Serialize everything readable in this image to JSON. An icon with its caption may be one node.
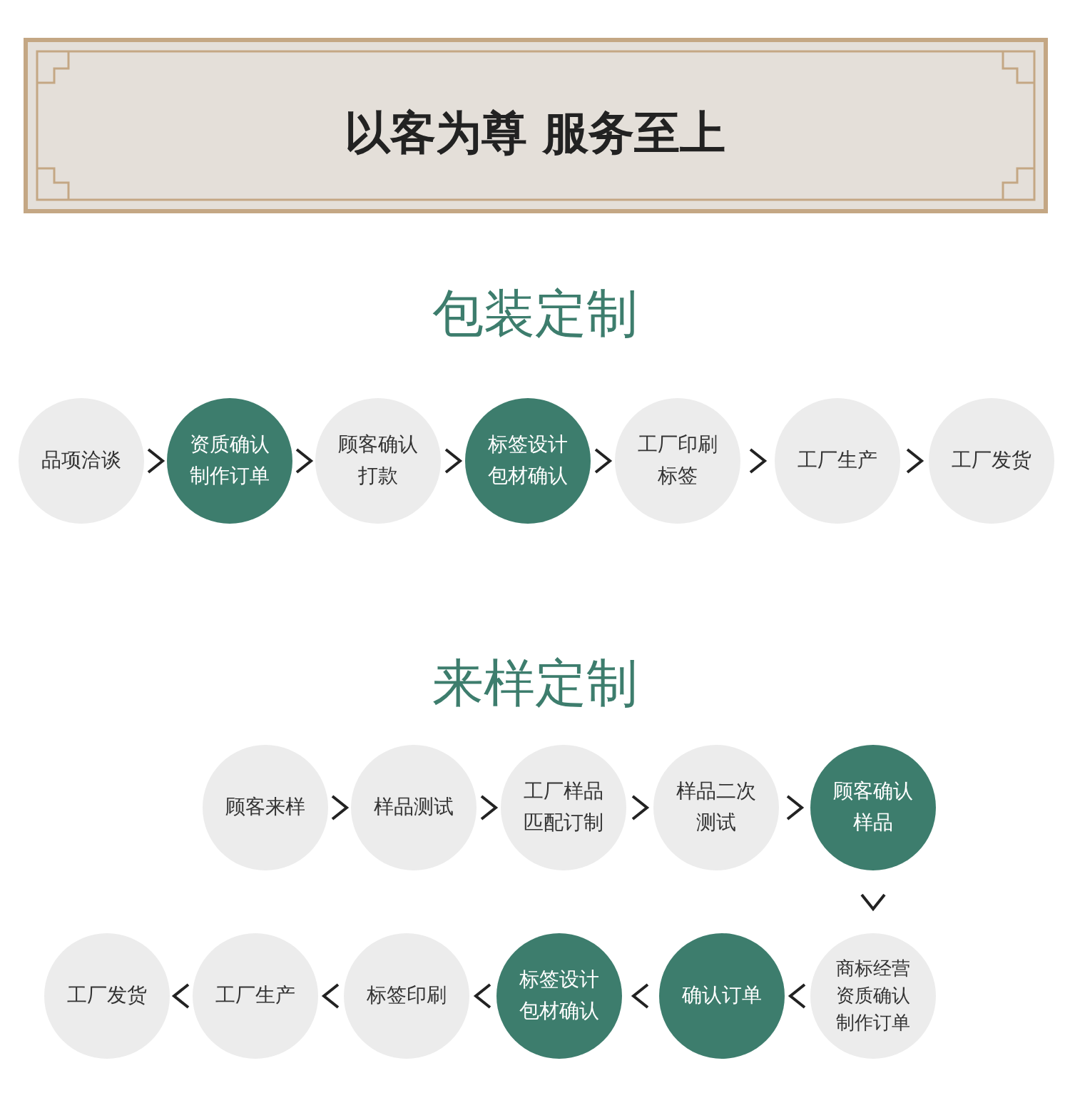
{
  "diagram": {
    "title": "以客为尊 服务至上",
    "nodes": [
      {
        "text": [
          "品项洽谈"
        ]
      },
      {
        "text": [
          "资质确认制作订单"
        ]
      },
      {
        "text": [
          "顾客确认打款"
        ]
      },
      {
        "text": [
          "标签设计包材确认"
        ]
      },
      {
        "text": [
          "工厂印刷标签"
        ]
      },
      {
        "text": [
          "工厂生产"
        ]
      },
      {
        "text": [
          "工厂发货"
        ]
      },
      {
        "text": [
          "顾客来样"
        ]
      },
      {
        "text": [
          "样品测试"
        ]
      },
      {
        "text": [
          "工厂样品匹配订制"
        ]
      },
      {
        "text": [
          "样品二次测试"
        ]
      },
      {
        "text": [
          "顾客确认样品"
        ]
      },
      {
        "text": [
          "商标经营资质确认制作订单"
        ]
      },
      {
        "text": [
          "确认订单"
        ]
      },
      {
        "text": [
          "标签设计包材确认"
        ]
      },
      {
        "text": [
          "标签印刷"
        ]
      },
      {
        "text": [
          "工厂生产"
        ]
      },
      {
        "text": [
          "工厂发货"
        ]
      }
    ],
    "edges": [
      {
        "from": 0,
        "to": 1,
        "arrow": "to"
      },
      {
        "from": 1,
        "to": 2,
        "arrow": "to"
      },
      {
        "from": 2,
        "to": 3,
        "arrow": "to"
      },
      {
        "from": 3,
        "to": 4,
        "arrow": "to"
      },
      {
        "from": 4,
        "to": 5,
        "arrow": "to"
      },
      {
        "from": 5,
        "to": 6,
        "arrow": "to"
      },
      {
        "from": 7,
        "to": 8,
        "arrow": "to"
      },
      {
        "from": 8,
        "to": 9,
        "arrow": "to"
      },
      {
        "from": 9,
        "to": 10,
        "arrow": "to"
      },
      {
        "from": 10,
        "to": 11,
        "arrow": "to"
      },
      {
        "from": 11,
        "to": 12,
        "arrow": "to"
      },
      {
        "from": 12,
        "to": 13,
        "arrow": "to"
      },
      {
        "from": 13,
        "to": 14,
        "arrow": "to"
      },
      {
        "from": 14,
        "to": 15,
        "arrow": "to"
      },
      {
        "from": 15,
        "to": 16,
        "arrow": "to"
      },
      {
        "from": 16,
        "to": 17,
        "arrow": "to"
      }
    ],
    "labels": [
      "包装定制",
      "来样定制"
    ]
  }
}
